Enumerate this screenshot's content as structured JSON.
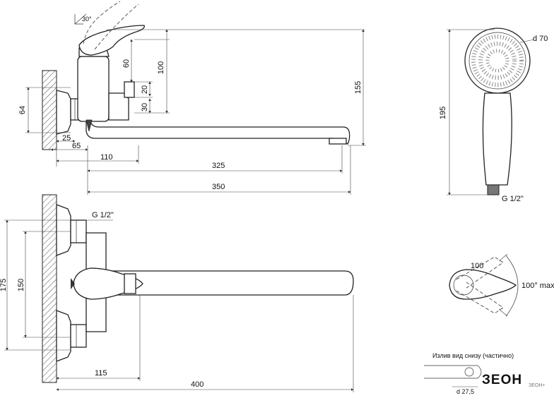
{
  "labels": {
    "angle30": "30°",
    "d60": "60",
    "d100": "100",
    "d155": "155",
    "d20": "20",
    "d30": "30",
    "d64": "64",
    "d25": "25",
    "d65": "65",
    "d110": "110",
    "d325": "325",
    "d350": "350",
    "g12top": "G 1/2\"",
    "d175": "175",
    "d150": "150",
    "d115": "115",
    "d400": "400",
    "d70": "d 70",
    "d195": "195",
    "g12shower": "G 1/2\"",
    "d100lever": "100",
    "angle100": "100° max",
    "spout_caption": "Излив вид снизу (частично)",
    "d27": "d 27,5"
  },
  "brand": {
    "logo_text": "ЗЕОН",
    "logo_sub": "ЗЕОН+"
  }
}
